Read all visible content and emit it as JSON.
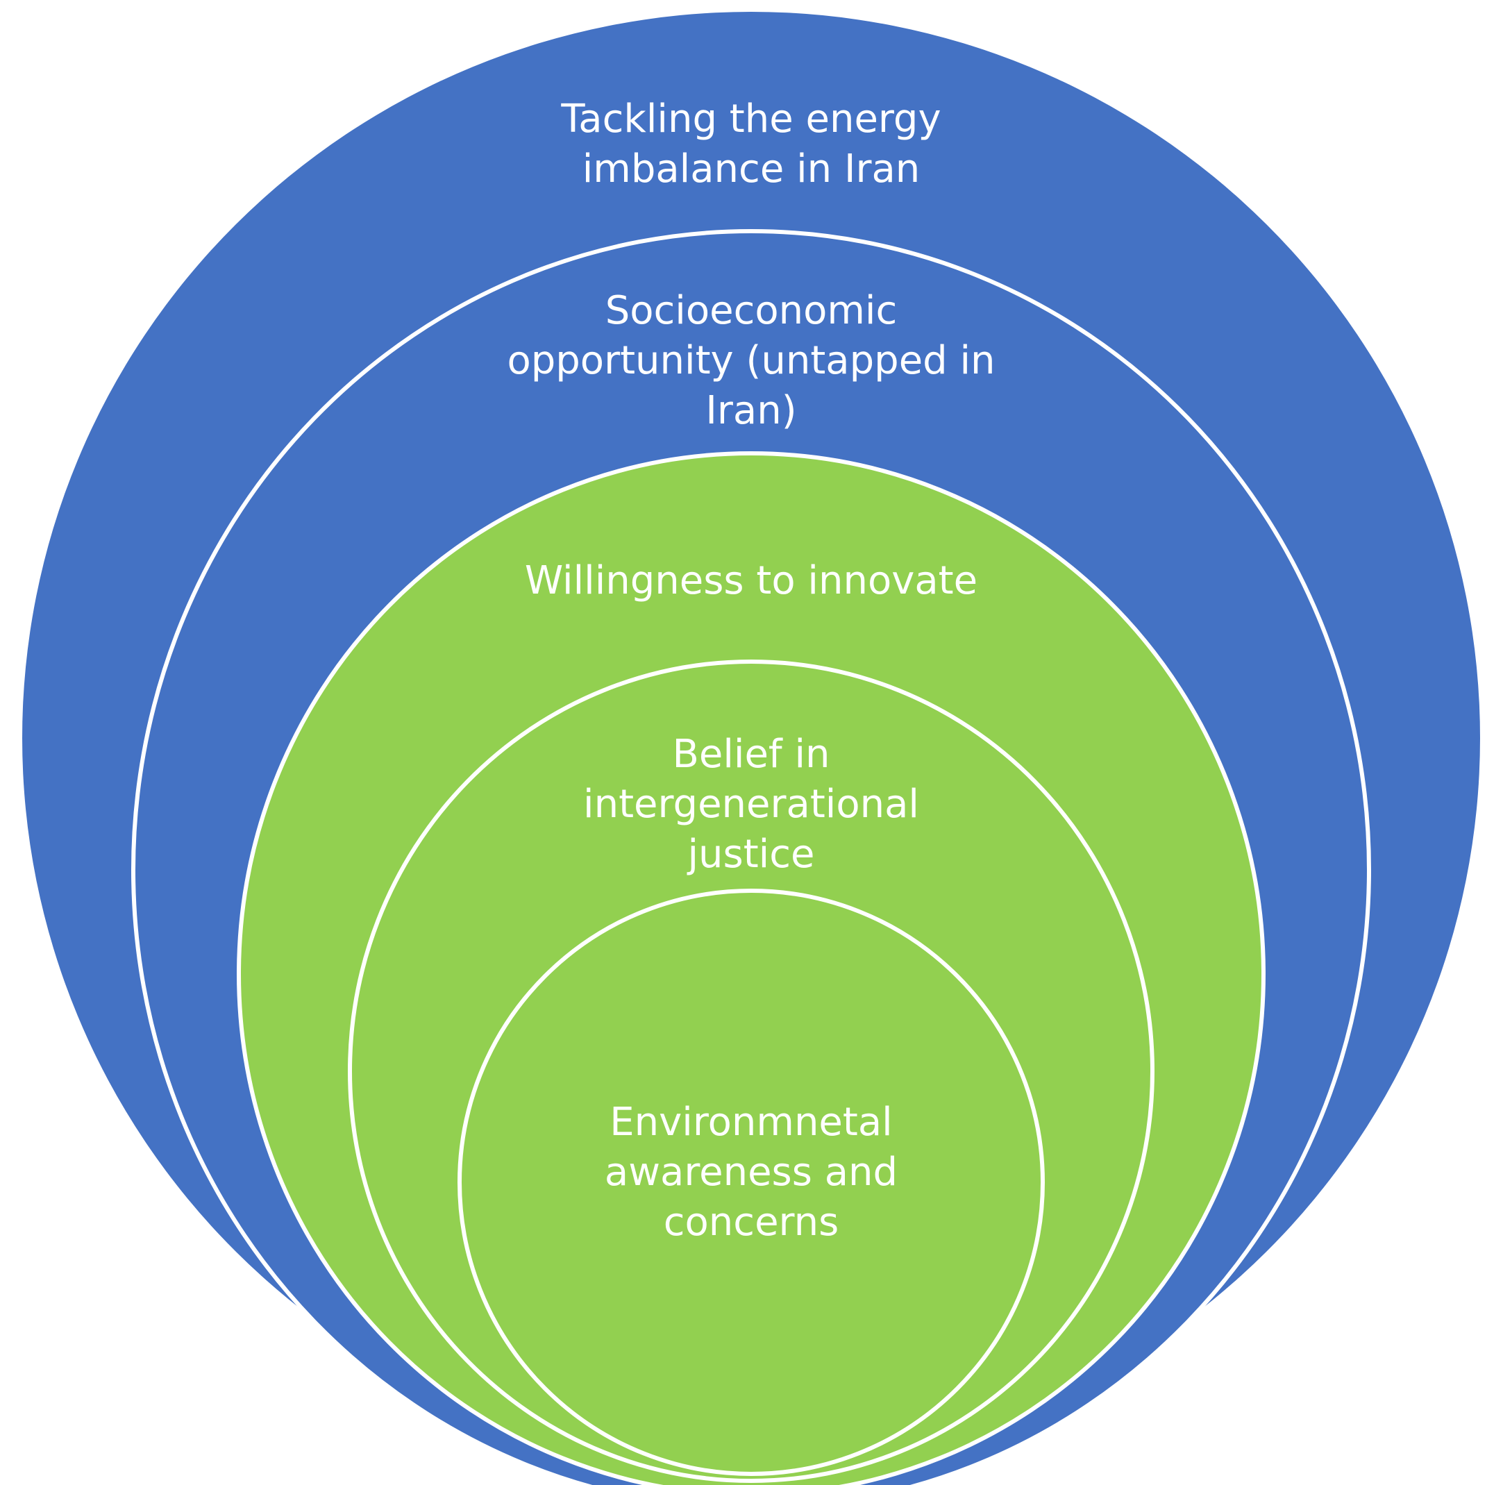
{
  "diagram": {
    "rings": [
      {
        "id": "outer",
        "fill": "#4472C4",
        "stroke": "#ffffff",
        "lines": [
          "Tackling the energy",
          "imbalance in Iran"
        ]
      },
      {
        "id": "second",
        "fill": "#4472C4",
        "stroke": "#ffffff",
        "lines": [
          "Socioeconomic",
          "opportunity (untapped in",
          "Iran)"
        ]
      },
      {
        "id": "third",
        "fill": "#92D050",
        "stroke": "#ffffff",
        "lines": [
          "Willingness to innovate"
        ]
      },
      {
        "id": "fourth",
        "fill": "#92D050",
        "stroke": "#ffffff",
        "lines": [
          "Belief in",
          "intergenerational",
          "justice"
        ]
      },
      {
        "id": "inner",
        "fill": "#92D050",
        "stroke": "#ffffff",
        "lines": [
          "Environmnetal",
          "awareness and",
          "concerns"
        ]
      }
    ]
  }
}
